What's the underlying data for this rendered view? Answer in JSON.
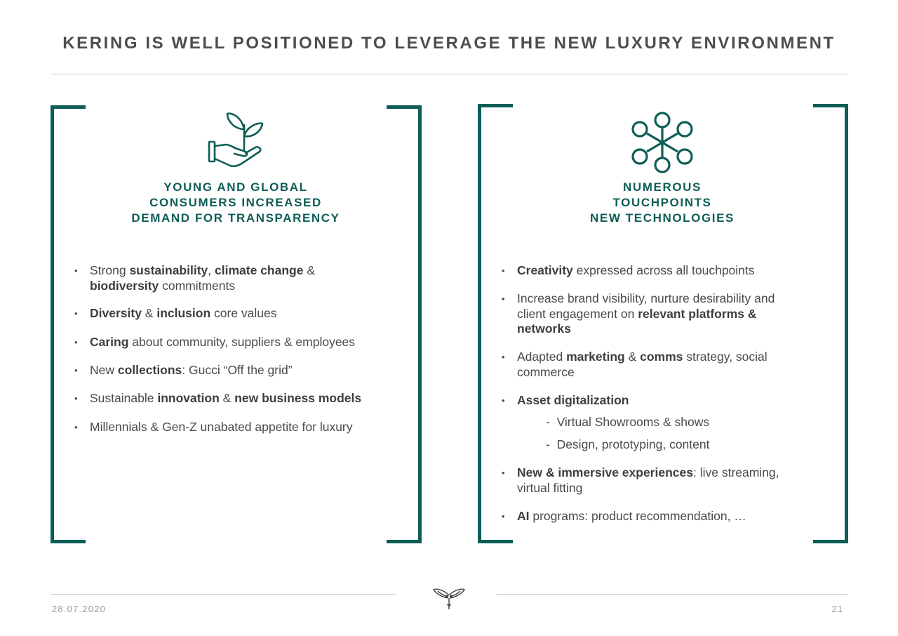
{
  "title": "KERING IS WELL POSITIONED TO LEVERAGE THE NEW LUXURY ENVIRONMENT",
  "left_panel": {
    "icon": "hand-with-sprout-icon",
    "heading": [
      "YOUNG AND GLOBAL",
      "CONSUMERS INCREASED",
      "DEMAND FOR TRANSPARENCY"
    ],
    "bullets": [
      {
        "runs": [
          [
            "Strong ",
            false
          ],
          [
            "sustainability",
            true
          ],
          [
            ", ",
            false
          ],
          [
            "climate change",
            true
          ],
          [
            " &",
            false
          ]
        ],
        "runs2": [
          [
            "biodiversity",
            true
          ],
          [
            " commitments",
            false
          ]
        ]
      },
      {
        "runs": [
          [
            "Diversity",
            true
          ],
          [
            " & ",
            false
          ],
          [
            "inclusion",
            true
          ],
          [
            " core values",
            false
          ]
        ]
      },
      {
        "runs": [
          [
            "Caring",
            true
          ],
          [
            " about community, suppliers & employees",
            false
          ]
        ]
      },
      {
        "runs": [
          [
            "New ",
            false
          ],
          [
            "collections",
            true
          ],
          [
            ": Gucci “Off the grid”",
            false
          ]
        ]
      },
      {
        "runs": [
          [
            "Sustainable ",
            false
          ],
          [
            "innovation",
            true
          ],
          [
            " & ",
            false
          ],
          [
            "new business models",
            true
          ]
        ]
      },
      {
        "runs": [
          [
            "Millennials & Gen-Z unabated appetite for luxury",
            false
          ]
        ]
      }
    ]
  },
  "right_panel": {
    "icon": "network-nodes-icon",
    "heading": [
      "NUMEROUS",
      "TOUCHPOINTS",
      "NEW TECHNOLOGIES"
    ],
    "bullets": [
      {
        "runs": [
          [
            "Creativity",
            true
          ],
          [
            " expressed across all touchpoints",
            false
          ]
        ]
      },
      {
        "runs": [
          [
            "Increase brand visibility, nurture desirability and",
            false
          ]
        ],
        "runs2": [
          [
            "client engagement on ",
            false
          ],
          [
            "relevant platforms &",
            true
          ]
        ],
        "runs3": [
          [
            "networks",
            true
          ]
        ]
      },
      {
        "runs": [
          [
            "Adapted ",
            false
          ],
          [
            "marketing",
            true
          ],
          [
            " & ",
            false
          ],
          [
            "comms",
            true
          ],
          [
            " strategy, social",
            false
          ]
        ],
        "runs2": [
          [
            "commerce",
            false
          ]
        ]
      },
      {
        "runs": [
          [
            "Asset digitalization",
            true
          ]
        ]
      },
      {
        "runs": [
          [
            "New & immersive experiences",
            true
          ],
          [
            ": live streaming,",
            false
          ]
        ],
        "runs2": [
          [
            "virtual fitting",
            false
          ]
        ]
      },
      {
        "runs": [
          [
            "AI",
            true
          ],
          [
            " programs: product recommendation, …",
            false
          ]
        ]
      }
    ],
    "sub_items": [
      "Virtual Showrooms & shows",
      "Design, prototyping, content"
    ]
  },
  "footer": {
    "date": "28.07.2020",
    "page_number": "21",
    "logo": "kering-owl-logo"
  },
  "colors": {
    "accent": "#0e5e57",
    "title": "#4d4d4d",
    "body": "#4a4a4a",
    "rule": "#c8c8c8"
  }
}
